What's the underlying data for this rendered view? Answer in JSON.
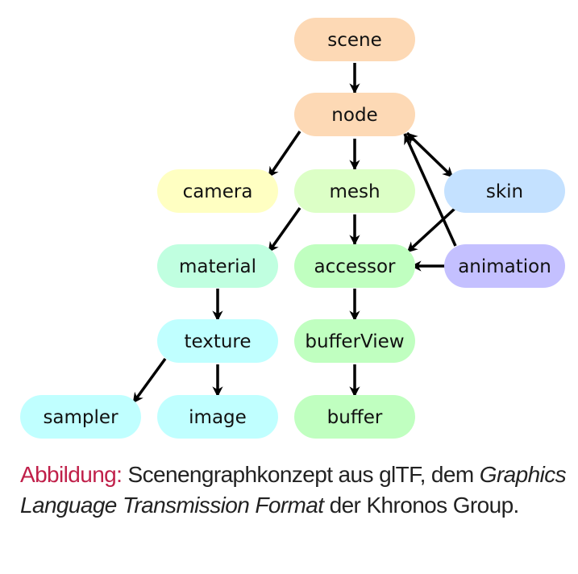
{
  "diagram": {
    "nodes": [
      {
        "id": "scene",
        "label": "scene",
        "color": "#fdd9b5"
      },
      {
        "id": "node",
        "label": "node",
        "color": "#fdd9b5"
      },
      {
        "id": "camera",
        "label": "camera",
        "color": "#ffffc2"
      },
      {
        "id": "mesh",
        "label": "mesh",
        "color": "#dcffc6"
      },
      {
        "id": "skin",
        "label": "skin",
        "color": "#c4e1ff"
      },
      {
        "id": "material",
        "label": "material",
        "color": "#c0ffe0"
      },
      {
        "id": "accessor",
        "label": "accessor",
        "color": "#c0ffc0"
      },
      {
        "id": "animation",
        "label": "animation",
        "color": "#c4c0ff"
      },
      {
        "id": "texture",
        "label": "texture",
        "color": "#c0ffff"
      },
      {
        "id": "bufferView",
        "label": "bufferView",
        "color": "#c0ffc0"
      },
      {
        "id": "sampler",
        "label": "sampler",
        "color": "#c0ffff"
      },
      {
        "id": "image",
        "label": "image",
        "color": "#c0ffff"
      },
      {
        "id": "buffer",
        "label": "buffer",
        "color": "#c0ffc0"
      }
    ],
    "edges": [
      {
        "from": "scene",
        "to": "node"
      },
      {
        "from": "node",
        "to": "camera"
      },
      {
        "from": "node",
        "to": "mesh"
      },
      {
        "from": "node",
        "to": "skin",
        "bidirectional": true
      },
      {
        "from": "animation",
        "to": "node"
      },
      {
        "from": "mesh",
        "to": "material"
      },
      {
        "from": "mesh",
        "to": "accessor"
      },
      {
        "from": "skin",
        "to": "accessor"
      },
      {
        "from": "animation",
        "to": "accessor"
      },
      {
        "from": "material",
        "to": "texture"
      },
      {
        "from": "accessor",
        "to": "bufferView"
      },
      {
        "from": "texture",
        "to": "sampler"
      },
      {
        "from": "texture",
        "to": "image"
      },
      {
        "from": "bufferView",
        "to": "buffer"
      }
    ]
  },
  "caption": {
    "prefix": "Abbildung:",
    "text1": " Scenengraphkonzept aus glTF, dem ",
    "italic": "Graphics Language Transmission Format",
    "text2": " der Khronos Group.",
    "accent_color": "#c0204a"
  }
}
